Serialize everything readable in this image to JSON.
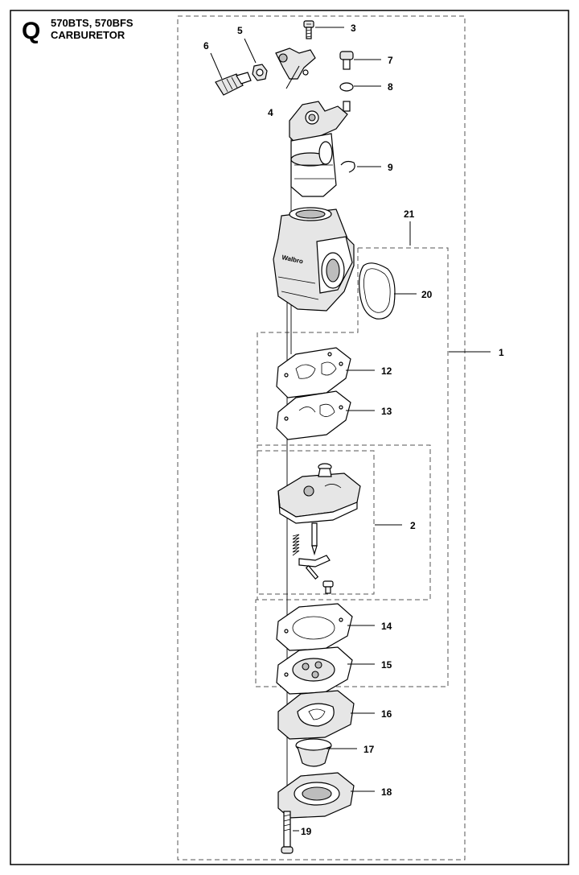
{
  "header": {
    "section_letter": "Q",
    "models": "570BTS, 570BFS",
    "title": "CARBURETOR"
  },
  "callouts": {
    "c1": "1",
    "c2": "2",
    "c3": "3",
    "c4": "4",
    "c5": "5",
    "c6": "6",
    "c7": "7",
    "c8": "8",
    "c9": "9",
    "c12": "12",
    "c13": "13",
    "c14": "14",
    "c15": "15",
    "c16": "16",
    "c17": "17",
    "c18": "18",
    "c19": "19",
    "c20": "20",
    "c21": "21"
  },
  "brand_mark": "Walbro"
}
